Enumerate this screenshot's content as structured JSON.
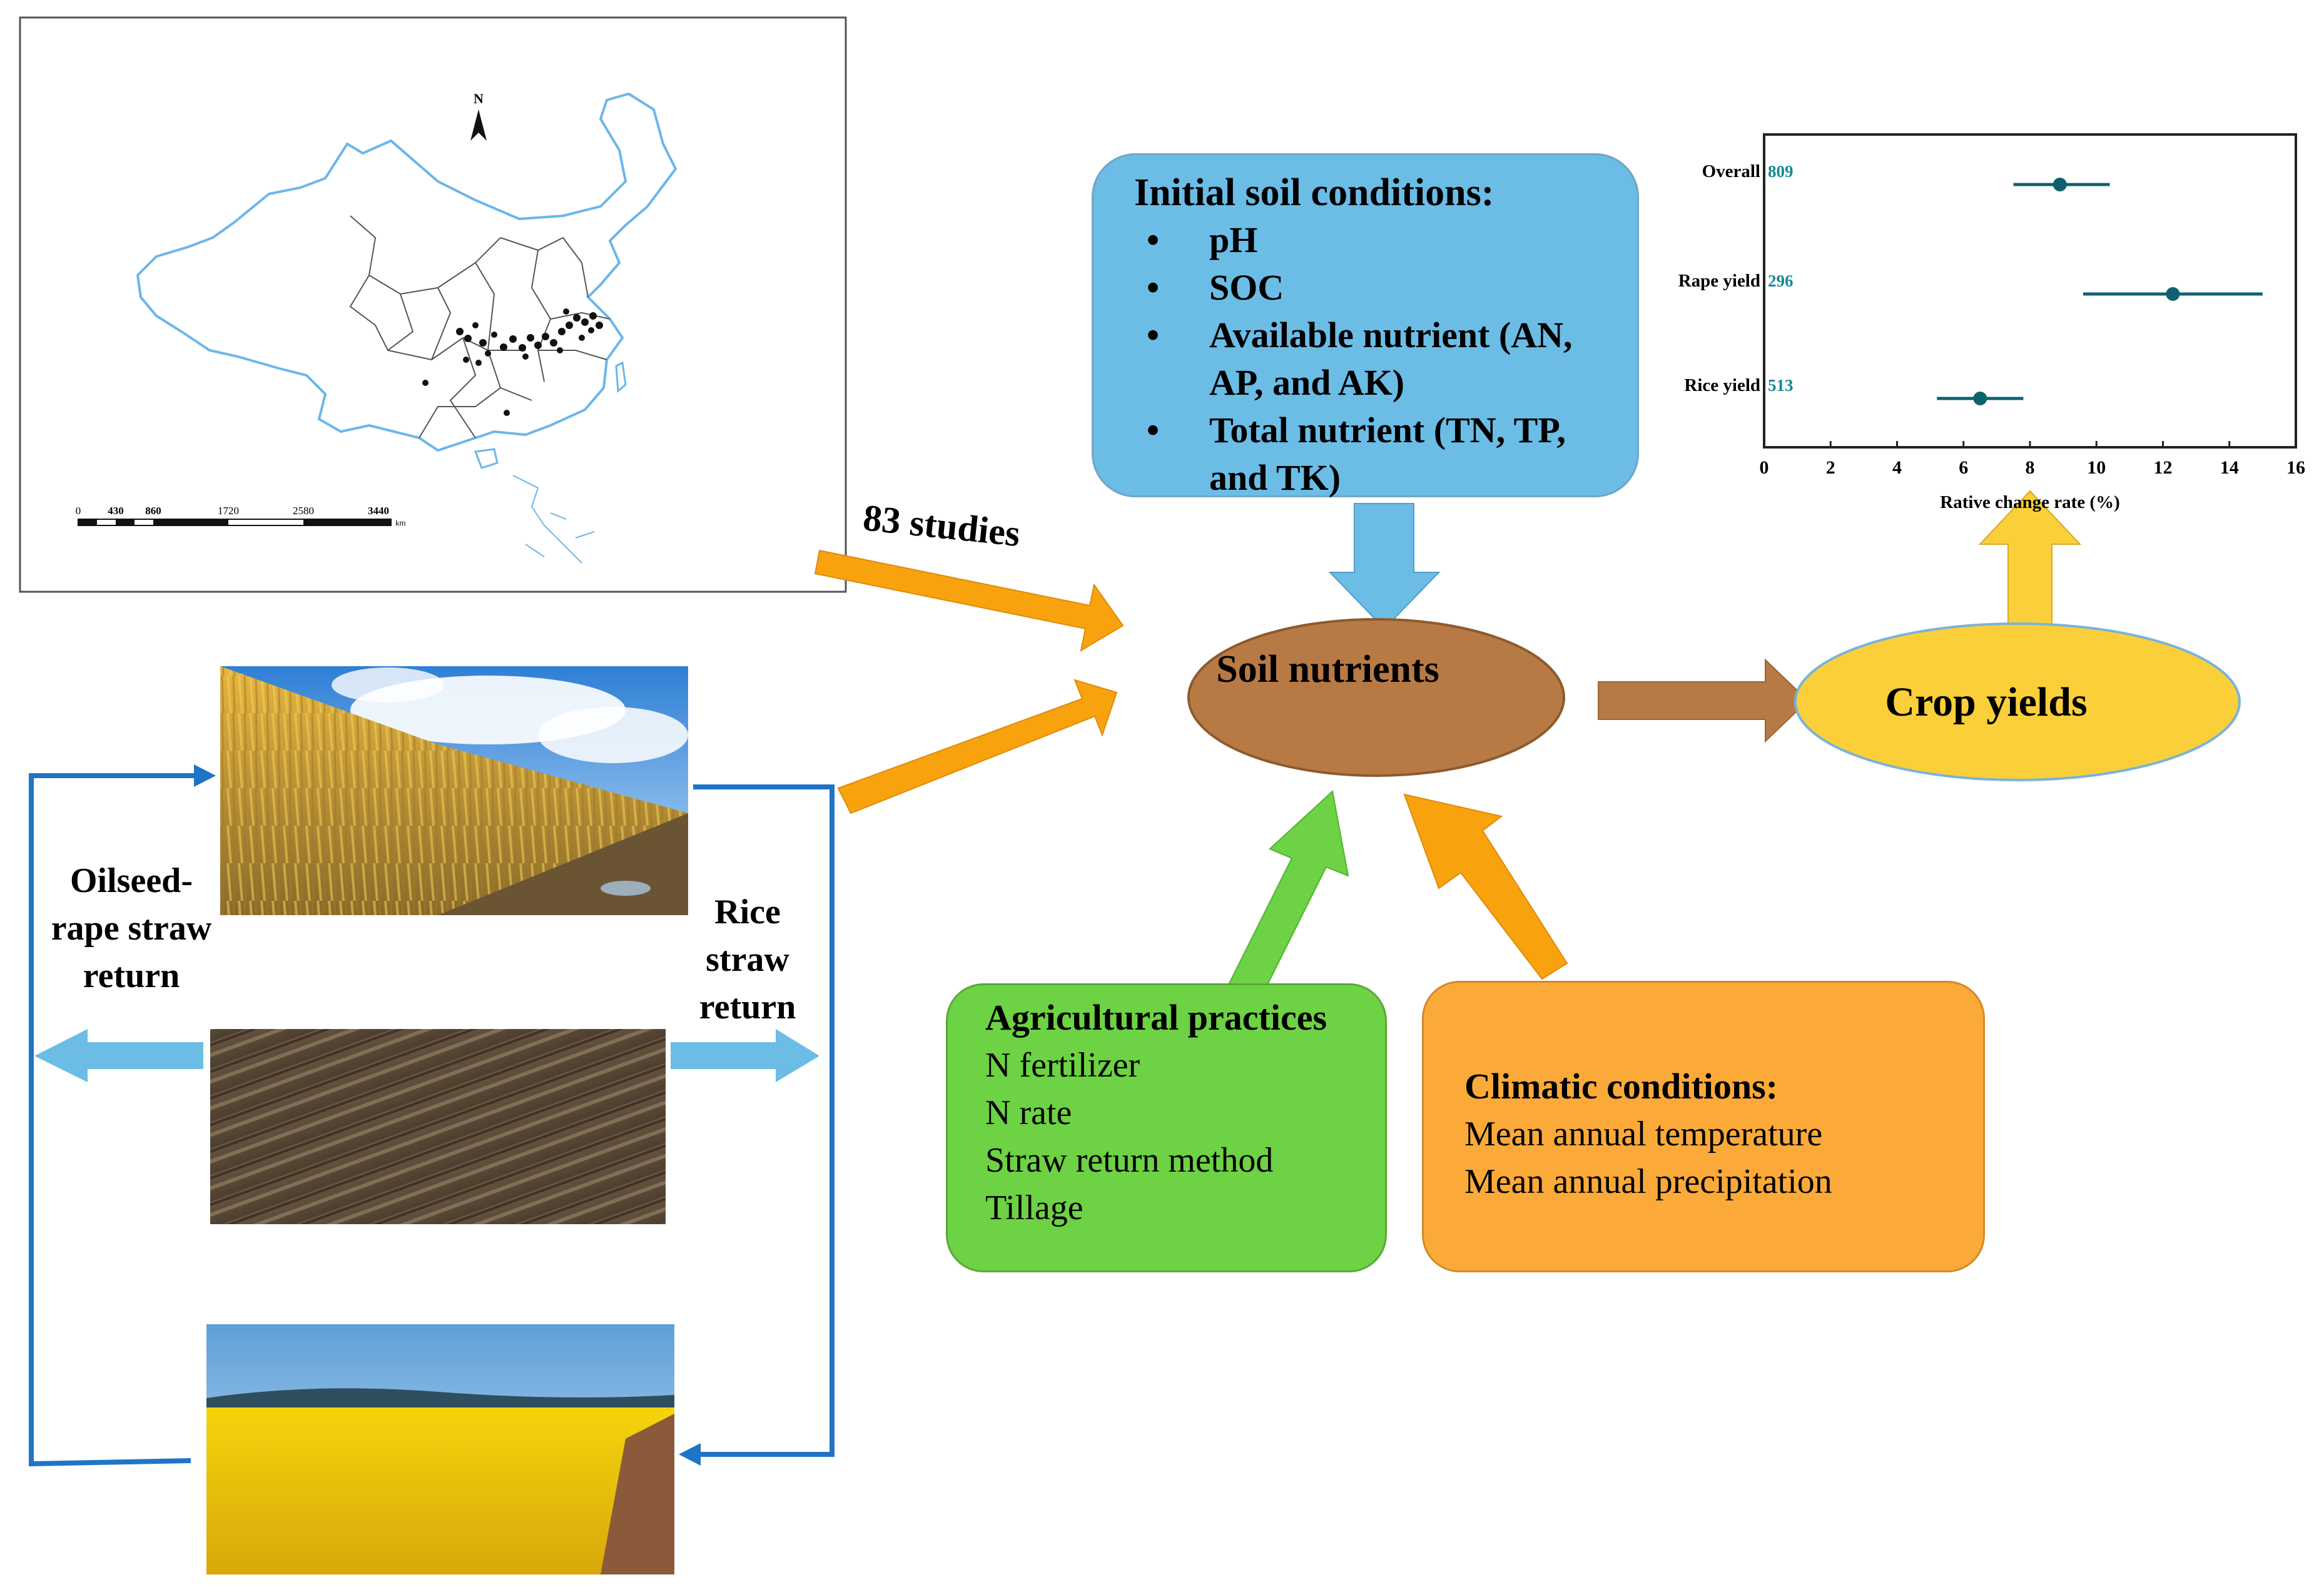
{
  "map": {
    "north": "N",
    "scale_ticks": [
      "0",
      "430",
      "860",
      "1720",
      "2580",
      "3440"
    ],
    "scale_unit": "km"
  },
  "studies_label": "83 studies",
  "initial_soil": {
    "title": "Initial soil conditions:",
    "bullet": "•",
    "items": [
      "pH",
      "SOC",
      "Available nutrient (AN, AP, and AK)",
      "Total nutrient (TN, TP, and TK)"
    ]
  },
  "soil_nutrients": "Soil nutrients",
  "crop_yields": "Crop yields",
  "agricultural": {
    "title": "Agricultural practices",
    "items": [
      "N fertilizer",
      "N rate",
      "Straw return method",
      "Tillage"
    ]
  },
  "climatic": {
    "title": "Climatic conditions:",
    "items": [
      "Mean annual temperature",
      "Mean annual precipitation"
    ]
  },
  "rotation": {
    "left_label": "Oilseed-rape straw return",
    "right_label": "Rice straw return"
  },
  "colors": {
    "blue_box": "#6bbde6",
    "green_box": "#6dd244",
    "orange_box": "#fbaa3a",
    "soil_ellipse": "#b87a45",
    "crop_ellipse": "#fbcf3a",
    "arrow_orange": "#f8a30e",
    "arrow_brown": "#b87a45",
    "arrow_green": "#6dd244",
    "arrow_blue": "#6bbde6",
    "arrow_yellow": "#fbcf3a",
    "cycle_line": "#1f74c6",
    "chart_point": "#0f6170",
    "chart_count": "#128a96"
  },
  "chart_data": {
    "type": "scatter",
    "xlabel": "Rative change rate (%)",
    "xlim": [
      0,
      16
    ],
    "xticks": [
      "0",
      "2",
      "4",
      "6",
      "8",
      "10",
      "12",
      "14",
      "16"
    ],
    "categories": [
      "Overall",
      "Rape yield",
      "Rice yield"
    ],
    "counts": [
      "809",
      "296",
      "513"
    ],
    "values": [
      8.9,
      12.3,
      6.5
    ],
    "ci_low": [
      7.5,
      9.6,
      5.2
    ],
    "ci_high": [
      10.4,
      15.0,
      7.8
    ]
  }
}
